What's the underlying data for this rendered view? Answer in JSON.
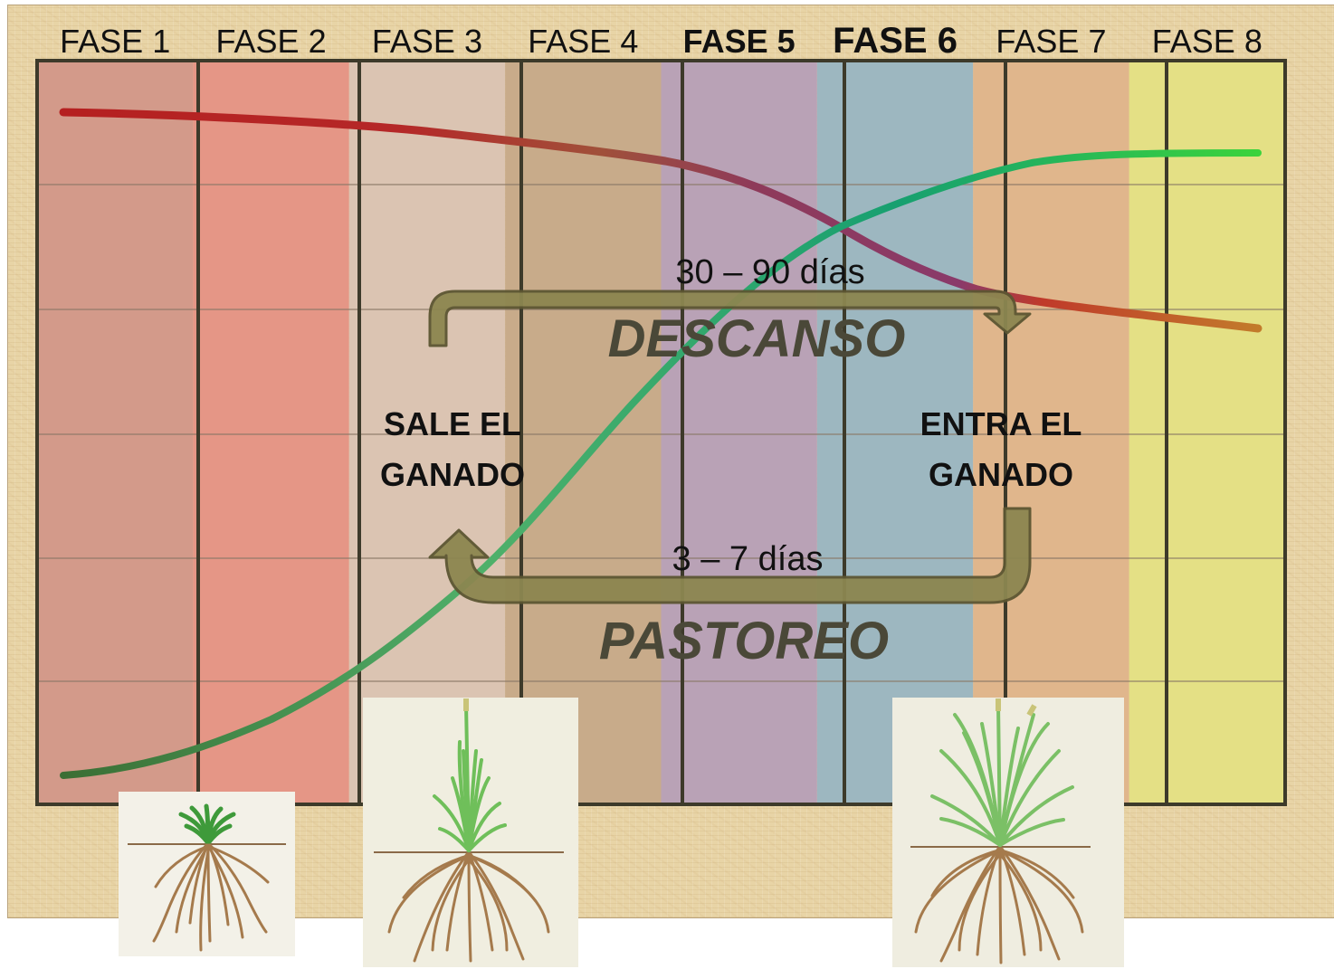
{
  "phases": [
    {
      "label": "FASE 1",
      "color": "#d39a8a",
      "bold": false
    },
    {
      "label": "FASE 2",
      "color": "#e59686",
      "bold": false
    },
    {
      "label": "FASE 3",
      "color": "#dbc4b2",
      "bold": false
    },
    {
      "label": "FASE 4",
      "color": "#c8ab8a",
      "bold": false
    },
    {
      "label": "FASE 5",
      "color": "#b9a2b6",
      "bold": true
    },
    {
      "label": "FASE 6",
      "color": "#9db7c0",
      "bold": true
    },
    {
      "label": "FASE 7",
      "color": "#e0b68c",
      "bold": false
    },
    {
      "label": "FASE 8",
      "color": "#e4e085",
      "bold": false
    }
  ],
  "rest_cycle": {
    "days": "30 – 90 días",
    "title": "DESCANSO"
  },
  "grazing_cycle": {
    "days": "3 – 7 días",
    "title": "PASTOREO"
  },
  "cattle_out": {
    "line1": "SALE EL",
    "line2": "GANADO"
  },
  "cattle_in": {
    "line1": "ENTRA EL",
    "line2": "GANADO"
  },
  "colors": {
    "arrow": "#8c8650",
    "growth_curve_start": "#3b7a3a",
    "growth_curve_end": "#35c24a",
    "decline_curve_start": "#b52626",
    "decline_curve_end": "#c07a2a"
  },
  "plants": [
    {
      "name": "short-grass-plant"
    },
    {
      "name": "medium-grass-plant"
    },
    {
      "name": "tall-grass-plant"
    }
  ]
}
